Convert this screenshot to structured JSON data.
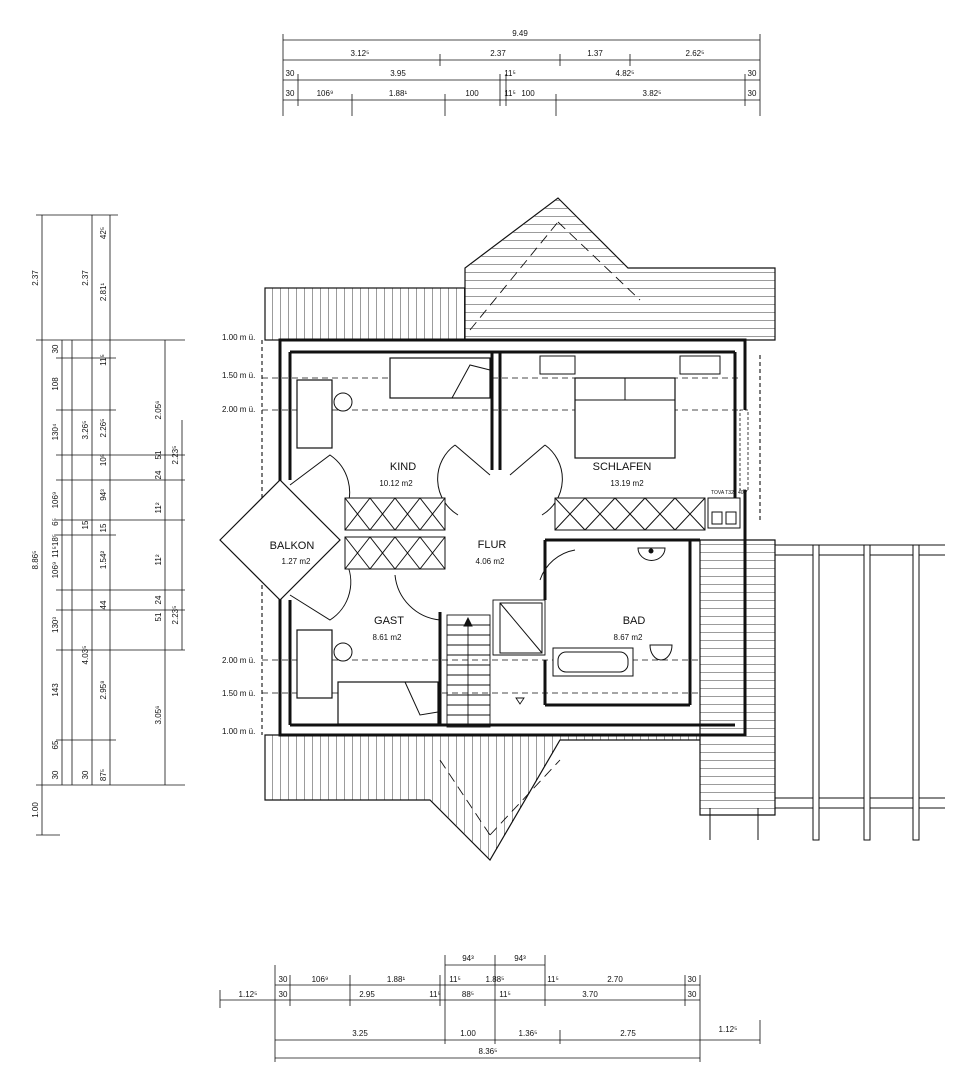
{
  "rooms": [
    {
      "name": "KIND",
      "area": "10.12 m2"
    },
    {
      "name": "SCHLAFEN",
      "area": "13.19 m2"
    },
    {
      "name": "BALKON",
      "area": "1.27 m2"
    },
    {
      "name": "FLUR",
      "area": "4.06 m2"
    },
    {
      "name": "GAST",
      "area": "8.61 m2"
    },
    {
      "name": "BAD",
      "area": "8.67 m2"
    }
  ],
  "levels": [
    "1.00 m ü.",
    "1.50 m ü.",
    "2.00 m ü."
  ],
  "top_dims": {
    "overall": "9.49",
    "row1": [
      "3.12⁵",
      "2.37",
      "1.37",
      "2.62⁵"
    ],
    "row2": [
      "30",
      "3.95",
      "11⁵",
      "4.82⁵",
      "30"
    ],
    "row3": [
      "30",
      "106⁹",
      "1.88¹",
      "100",
      "11⁵",
      "100",
      "3.82⁵",
      "30"
    ]
  },
  "bottom_dims": {
    "row0": [
      "94³",
      "94³"
    ],
    "row1": [
      "30",
      "106⁹",
      "1.88¹",
      "11⁵",
      "1.88⁵",
      "11⁵",
      "2.70",
      "30"
    ],
    "row2": [
      "1.12⁵",
      "30",
      "2.95",
      "11⁵",
      "88⁵",
      "11⁵",
      "3.70",
      "30"
    ],
    "row3": [
      "3.25",
      "1.00",
      "1.36⁵",
      "2.75",
      "1.12⁵"
    ],
    "overall": "8.36⁵"
  },
  "left_dims": {
    "col1": [
      "2.37",
      "8.86⁵",
      "1.00"
    ],
    "col2": [
      "30",
      "108",
      "130⁴",
      "106⁹",
      "6⁵",
      "18⁵",
      "11⁵",
      "106⁹",
      "130³",
      "143",
      "65",
      "30"
    ],
    "col3": [
      "2.37",
      "3.26⁵",
      "15",
      "4.03⁵",
      "30"
    ],
    "col4": [
      "42⁵",
      "2.81¹",
      "11⁵",
      "2.26⁵",
      "10⁵",
      "94³",
      "15",
      "1.54²",
      "44",
      "2.95⁸",
      "87⁵"
    ],
    "col5": [
      "2.05⁶",
      "51",
      "24",
      "11²",
      "11²",
      "24",
      "51",
      "3.05⁶"
    ],
    "col6": [
      "2.23⁵",
      "2.23⁵"
    ]
  },
  "fixture_label": "TOVA T324 40/7"
}
